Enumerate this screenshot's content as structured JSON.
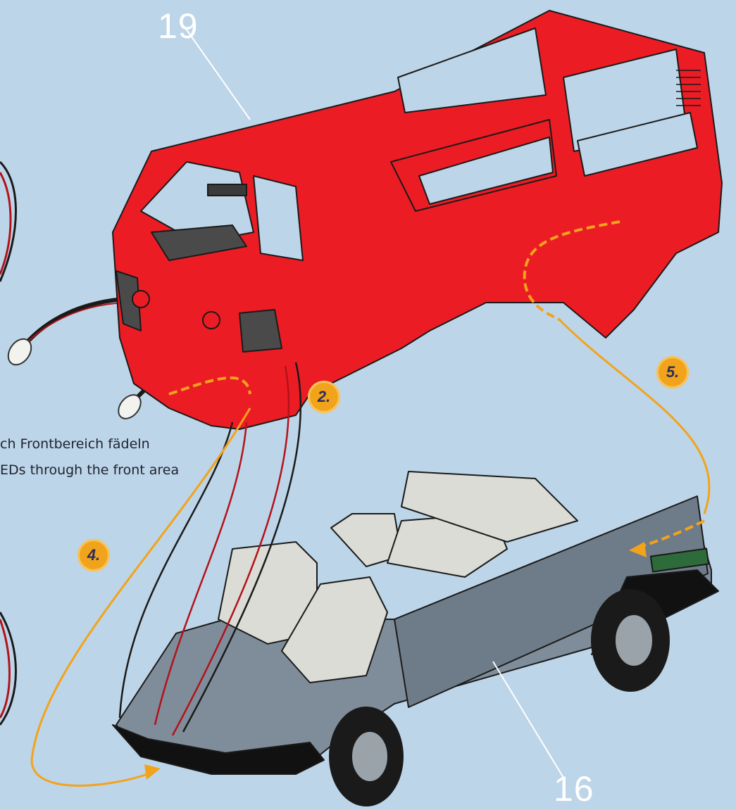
{
  "parts": {
    "body_number": "19",
    "chassis_number": "16"
  },
  "steps": [
    {
      "label": "2."
    },
    {
      "label": "4."
    },
    {
      "label": "5."
    }
  ],
  "captions": {
    "german": "ch Frontbereich fädeln",
    "english": "EDs through the front area"
  },
  "colors": {
    "background": "#bdd5e8",
    "body_red": "#ec1c24",
    "chassis_gray": "#7f8d9a",
    "seat_white": "#dcdcd6",
    "arrow_orange": "#f2a31c",
    "badge_text": "#2a2f5a"
  }
}
